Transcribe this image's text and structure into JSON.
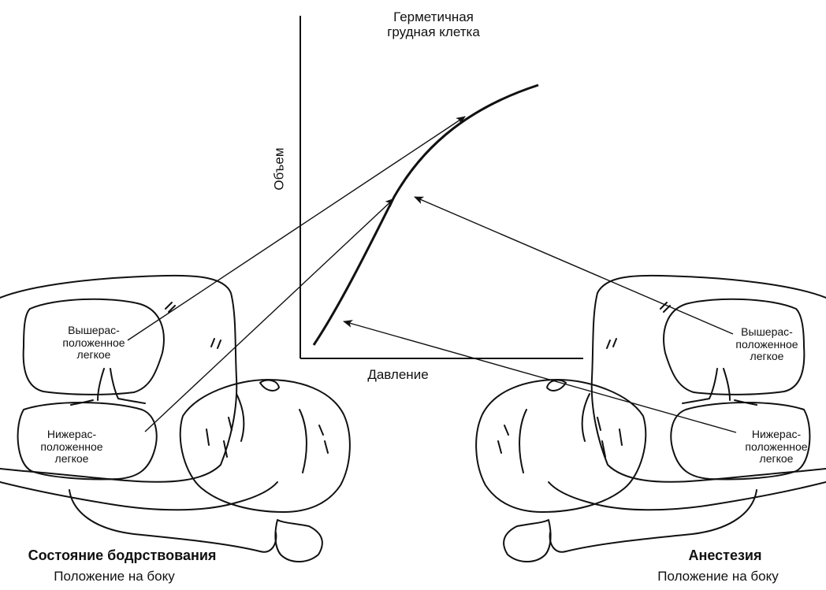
{
  "graph": {
    "top_label": "Герметичная грудная клетка",
    "top_label_line1": "Герметичная",
    "top_label_line2": "грудная клетка",
    "y_axis_label": "Объем",
    "x_axis_label": "Давление"
  },
  "left_patient": {
    "upper_lung_line1": "Вышерас-",
    "upper_lung_line2": "положенное",
    "upper_lung_line3": "легкое",
    "lower_lung_line1": "Нижерас-",
    "lower_lung_line2": "положенное",
    "lower_lung_line3": "легкое",
    "state": "Состояние бодрствования",
    "position": "Положение на боку"
  },
  "right_patient": {
    "upper_lung_line1": "Вышерас-",
    "upper_lung_line2": "положенное",
    "upper_lung_line3": "легкое",
    "lower_lung_line1": "Нижерас-",
    "lower_lung_line2": "положенное",
    "lower_lung_line3": "легкое",
    "state": "Анестезия",
    "position": "Положение на боку"
  },
  "colors": {
    "ink": "#111111",
    "background": "#ffffff"
  }
}
